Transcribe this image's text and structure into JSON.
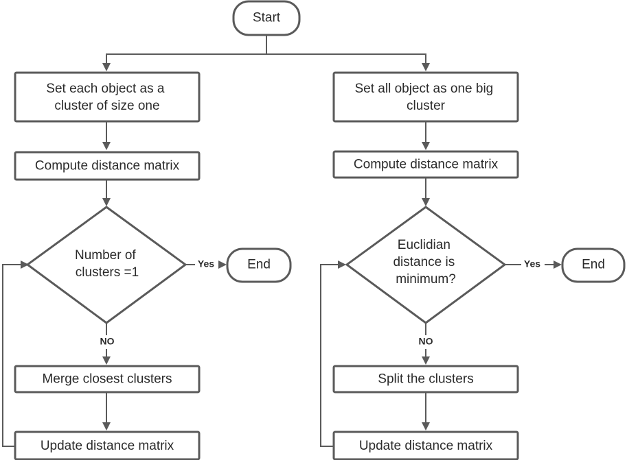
{
  "nodes": {
    "start": {
      "lines": [
        "Start"
      ]
    },
    "l_init": {
      "lines": [
        "Set each object as a",
        "cluster of size one"
      ]
    },
    "l_compute": {
      "lines": [
        "Compute distance matrix"
      ]
    },
    "l_decision": {
      "lines": [
        "Number of",
        "clusters =1"
      ]
    },
    "l_end": {
      "lines": [
        "End"
      ]
    },
    "l_merge": {
      "lines": [
        "Merge closest clusters"
      ]
    },
    "l_update": {
      "lines": [
        "Update distance matrix"
      ]
    },
    "r_init": {
      "lines": [
        "Set all object as one big",
        "cluster"
      ]
    },
    "r_compute": {
      "lines": [
        "Compute distance matrix"
      ]
    },
    "r_decision": {
      "lines": [
        "Euclidian",
        "distance is",
        "minimum?"
      ]
    },
    "r_end": {
      "lines": [
        "End"
      ]
    },
    "r_split": {
      "lines": [
        "Split the clusters"
      ]
    },
    "r_update": {
      "lines": [
        "Update distance matrix"
      ]
    }
  },
  "edge_labels": {
    "l_yes": "Yes",
    "l_no": "NO",
    "r_yes": "Yes",
    "r_no": "NO"
  }
}
